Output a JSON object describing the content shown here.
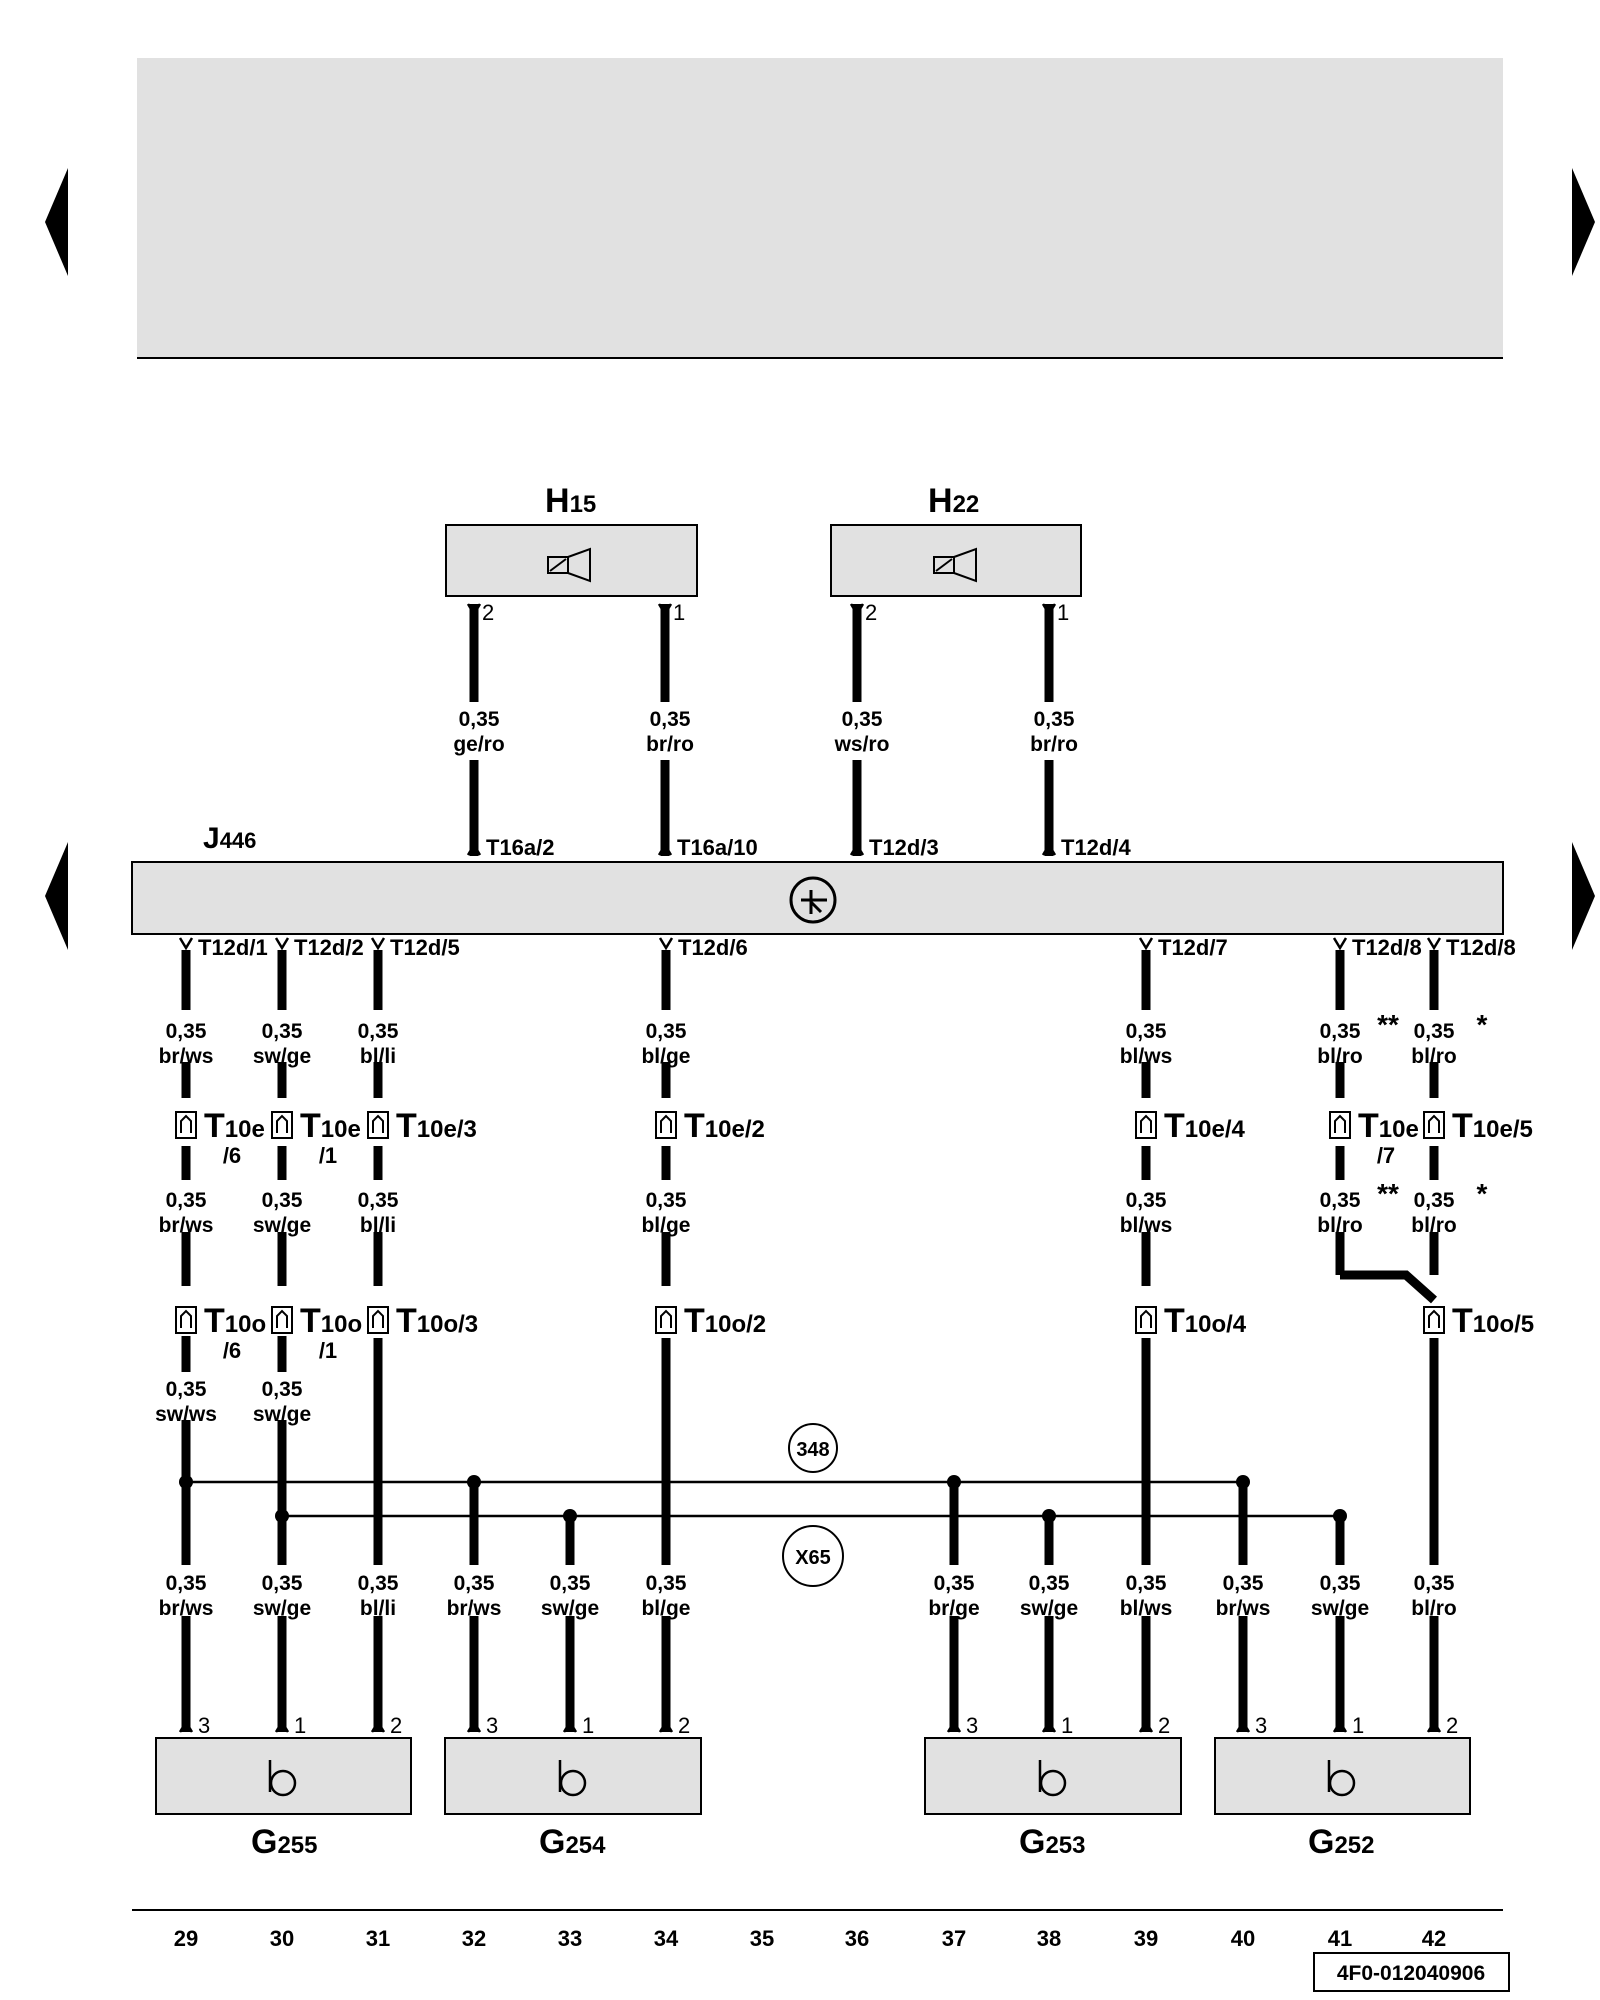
{
  "doc_number": "4F0-012040906",
  "nav": {
    "left_top": "nav-prev-arrow",
    "left_mid": "nav-prev-arrow",
    "right_top": "nav-next-arrow",
    "right_mid": "nav-next-arrow"
  },
  "components": {
    "H15": {
      "letter": "H",
      "num": "15"
    },
    "H22": {
      "letter": "H",
      "num": "22"
    },
    "J446": {
      "letter": "J",
      "num": "446"
    },
    "G255": {
      "letter": "G",
      "num": "255"
    },
    "G254": {
      "letter": "G",
      "num": "254"
    },
    "G253": {
      "letter": "G",
      "num": "253"
    },
    "G252": {
      "letter": "G",
      "num": "252"
    }
  },
  "pins": {
    "H15": [
      "2",
      "1"
    ],
    "H22": [
      "2",
      "1"
    ],
    "G255": [
      "3",
      "1",
      "2"
    ],
    "G254": [
      "3",
      "1",
      "2"
    ],
    "G253": [
      "3",
      "1",
      "2"
    ],
    "G252": [
      "3",
      "1",
      "2"
    ]
  },
  "j446_top_connectors": [
    "T16a/2",
    "T16a/10",
    "T12d/3",
    "T12d/4"
  ],
  "j446_bottom_connectors": [
    "T12d/1",
    "T12d/2",
    "T12d/5",
    "T12d/6",
    "T12d/7",
    "T12d/8",
    "T12d/8"
  ],
  "upper_wires": [
    {
      "size": "0,35",
      "color": "ge/ro"
    },
    {
      "size": "0,35",
      "color": "br/ro"
    },
    {
      "size": "0,35",
      "color": "ws/ro"
    },
    {
      "size": "0,35",
      "color": "br/ro"
    }
  ],
  "wires_row1": [
    {
      "size": "0,35",
      "color": "br/ws"
    },
    {
      "size": "0,35",
      "color": "sw/ge"
    },
    {
      "size": "0,35",
      "color": "bl/li"
    },
    {
      "size": "0,35",
      "color": "bl/ge"
    },
    {
      "size": "0,35",
      "color": "bl/ws"
    },
    {
      "size": "0,35",
      "color": "bl/ro",
      "mark": "**"
    },
    {
      "size": "0,35",
      "color": "bl/ro",
      "mark": "*"
    }
  ],
  "t10e": [
    {
      "name": "T",
      "sub": "10e",
      "pin": "/6"
    },
    {
      "name": "T",
      "sub": "10e",
      "pin": "/1"
    },
    {
      "name": "T",
      "sub": "10e/3",
      "pin": ""
    },
    {
      "name": "T",
      "sub": "10e/2",
      "pin": ""
    },
    {
      "name": "T",
      "sub": "10e/4",
      "pin": ""
    },
    {
      "name": "T",
      "sub": "10e",
      "pin": "/7"
    },
    {
      "name": "T",
      "sub": "10e/5",
      "pin": ""
    }
  ],
  "wires_row2": [
    {
      "size": "0,35",
      "color": "br/ws"
    },
    {
      "size": "0,35",
      "color": "sw/ge"
    },
    {
      "size": "0,35",
      "color": "bl/li"
    },
    {
      "size": "0,35",
      "color": "bl/ge"
    },
    {
      "size": "0,35",
      "color": "bl/ws"
    },
    {
      "size": "0,35",
      "color": "bl/ro",
      "mark": "**"
    },
    {
      "size": "0,35",
      "color": "bl/ro",
      "mark": "*"
    }
  ],
  "t10o": [
    {
      "name": "T",
      "sub": "10o",
      "pin": "/6"
    },
    {
      "name": "T",
      "sub": "10o",
      "pin": "/1"
    },
    {
      "name": "T",
      "sub": "10o/3",
      "pin": ""
    },
    {
      "name": "T",
      "sub": "10o/2",
      "pin": ""
    },
    {
      "name": "T",
      "sub": "10o/4",
      "pin": ""
    },
    {
      "name": "T",
      "sub": "10o/5",
      "pin": ""
    }
  ],
  "wires_row3": [
    {
      "size": "0,35",
      "color": "sw/ws"
    },
    {
      "size": "0,35",
      "color": "sw/ge"
    }
  ],
  "splices": {
    "upper": "348",
    "lower": "X65"
  },
  "lower_wires": [
    {
      "size": "0,35",
      "color": "br/ws"
    },
    {
      "size": "0,35",
      "color": "sw/ge"
    },
    {
      "size": "0,35",
      "color": "bl/li"
    },
    {
      "size": "0,35",
      "color": "br/ws"
    },
    {
      "size": "0,35",
      "color": "sw/ge"
    },
    {
      "size": "0,35",
      "color": "bl/ge"
    },
    {
      "size": "0,35",
      "color": "br/ge"
    },
    {
      "size": "0,35",
      "color": "sw/ge"
    },
    {
      "size": "0,35",
      "color": "bl/ws"
    },
    {
      "size": "0,35",
      "color": "br/ws"
    },
    {
      "size": "0,35",
      "color": "sw/ge"
    },
    {
      "size": "0,35",
      "color": "bl/ro"
    }
  ],
  "track_numbers": [
    "29",
    "30",
    "31",
    "32",
    "33",
    "34",
    "35",
    "36",
    "37",
    "38",
    "39",
    "40",
    "41",
    "42"
  ]
}
